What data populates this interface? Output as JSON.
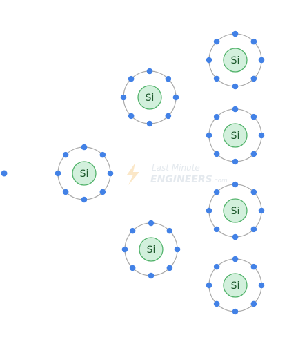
{
  "atoms": [
    {
      "label": "Si"
    },
    {
      "label": "Si"
    },
    {
      "label": "Si"
    },
    {
      "label": "Si"
    },
    {
      "label": "Si"
    },
    {
      "label": "Si"
    },
    {
      "label": "Si"
    },
    {
      "label": "Si"
    }
  ],
  "watermark": {
    "line1": "Last Minute",
    "line2": "ENGINEERS",
    "suffix": ".com",
    "icon": "lightning-bolt-icon"
  },
  "colors": {
    "electron": "#4281e6",
    "orbit": "#a9a9a9",
    "nucleus_fill": "#d2f0dc",
    "nucleus_stroke": "#52b36b",
    "label": "#1f5a2e"
  }
}
